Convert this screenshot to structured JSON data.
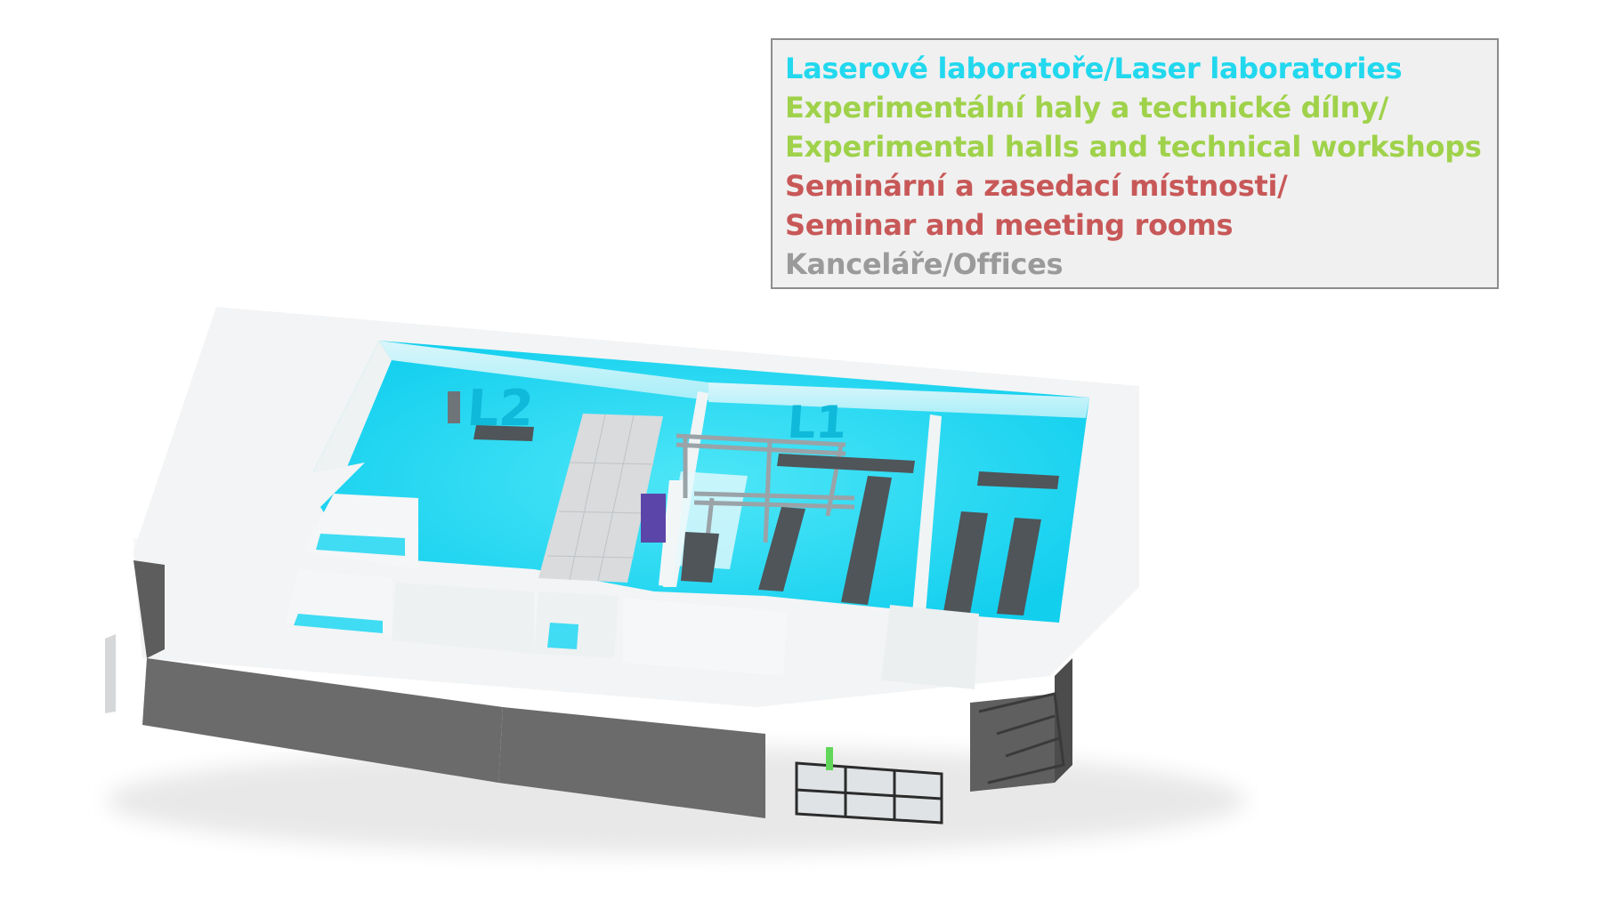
{
  "legend": {
    "items": [
      {
        "text": "Laserové laboratoře/Laser laboratories",
        "color": "#22d8ee"
      },
      {
        "text": "Experimentální haly a technické dílny/",
        "color": "#9fd24a"
      },
      {
        "text": "Experimental halls and technical workshops",
        "color": "#9fd24a"
      },
      {
        "text": "Seminární a zasedací místnosti/",
        "color": "#c85858"
      },
      {
        "text": "Seminar and meeting rooms",
        "color": "#c85858"
      },
      {
        "text": "Kanceláře/Offices",
        "color": "#9a9a9a"
      }
    ]
  },
  "rooms": {
    "l2": "L2",
    "l1": "L1"
  },
  "colors": {
    "laser": "#22d8ee",
    "laser_floor": "#1fd6f2",
    "wall_white": "#f4f6f7",
    "facade_grey": "#6b6b6b",
    "equipment": "#555a5e"
  }
}
